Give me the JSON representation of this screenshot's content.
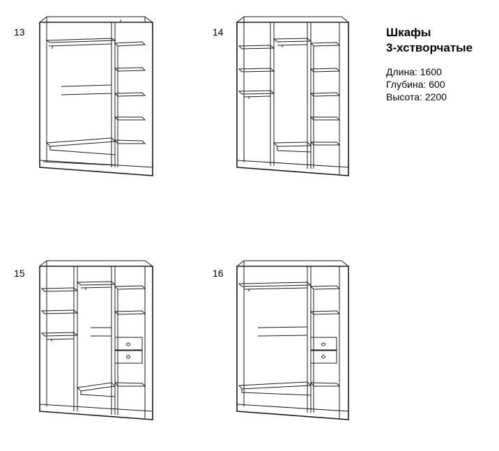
{
  "items": [
    {
      "number": "13"
    },
    {
      "number": "14"
    },
    {
      "number": "15"
    },
    {
      "number": "16"
    }
  ],
  "title": {
    "line1": "Шкафы",
    "line2": "3-хстворчатые"
  },
  "specs": {
    "length": "Длина: 1600",
    "depth": "Глубина: 600",
    "height": "Высота: 2200"
  }
}
